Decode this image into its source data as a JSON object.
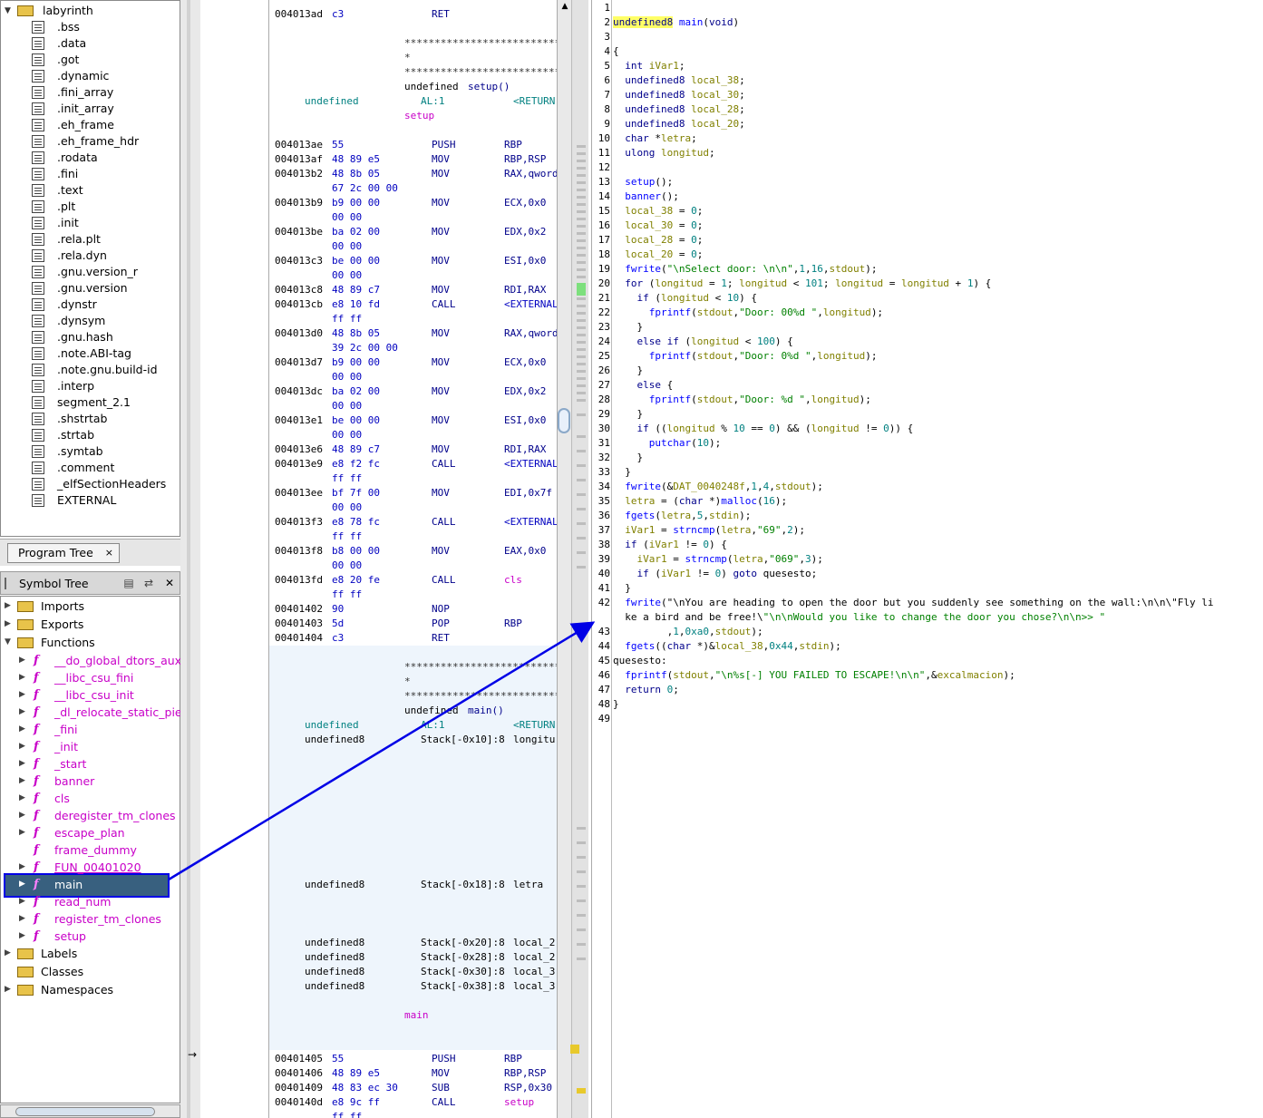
{
  "program_tree": {
    "root": "labyrinth",
    "sections": [
      ".bss",
      ".data",
      ".got",
      ".dynamic",
      ".fini_array",
      ".init_array",
      ".eh_frame",
      ".eh_frame_hdr",
      ".rodata",
      ".fini",
      ".text",
      ".plt",
      ".init",
      ".rela.plt",
      ".rela.dyn",
      ".gnu.version_r",
      ".gnu.version",
      ".dynstr",
      ".dynsym",
      ".gnu.hash",
      ".note.ABI-tag",
      ".note.gnu.build-id",
      ".interp",
      "segment_2.1",
      ".shstrtab",
      ".strtab",
      ".symtab",
      ".comment",
      "_elfSectionHeaders",
      "EXTERNAL"
    ],
    "tab_label": "Program Tree",
    "tab_close": "×"
  },
  "symbol_tree": {
    "title": "Symbol Tree",
    "groups": {
      "imports": "Imports",
      "exports": "Exports",
      "functions": "Functions",
      "labels": "Labels",
      "classes": "Classes",
      "namespaces": "Namespaces"
    },
    "functions": [
      "__do_global_dtors_aux",
      "__libc_csu_fini",
      "__libc_csu_init",
      "_dl_relocate_static_pie",
      "_fini",
      "_init",
      "_start",
      "banner",
      "cls",
      "deregister_tm_clones",
      "escape_plan",
      "frame_dummy",
      "FUN_00401020",
      "main",
      "read_num",
      "register_tm_clones",
      "setup"
    ],
    "selected": "main"
  },
  "listing": {
    "rows": [
      {
        "addr": "004013ad",
        "bytes": "c3",
        "mnem": "RET",
        "ops": ""
      },
      {
        "addr": "004013ae",
        "bytes": "55",
        "mnem": "PUSH",
        "ops": "RBP"
      },
      {
        "addr": "004013af",
        "bytes": "48 89 e5",
        "mnem": "MOV",
        "ops": "RBP,RSP"
      },
      {
        "addr": "004013b2",
        "bytes": "48 8b 05",
        "mnem": "MOV",
        "ops": "RAX,qword"
      },
      {
        "addr": "",
        "bytes": "67 2c 00 00",
        "mnem": "",
        "ops": ""
      },
      {
        "addr": "004013b9",
        "bytes": "b9 00 00",
        "mnem": "MOV",
        "ops": "ECX,0x0"
      },
      {
        "addr": "",
        "bytes": "00 00",
        "mnem": "",
        "ops": ""
      },
      {
        "addr": "004013be",
        "bytes": "ba 02 00",
        "mnem": "MOV",
        "ops": "EDX,0x2"
      },
      {
        "addr": "",
        "bytes": "00 00",
        "mnem": "",
        "ops": ""
      },
      {
        "addr": "004013c3",
        "bytes": "be 00 00",
        "mnem": "MOV",
        "ops": "ESI,0x0"
      },
      {
        "addr": "",
        "bytes": "00 00",
        "mnem": "",
        "ops": ""
      },
      {
        "addr": "004013c8",
        "bytes": "48 89 c7",
        "mnem": "MOV",
        "ops": "RDI,RAX"
      },
      {
        "addr": "004013cb",
        "bytes": "e8 10 fd",
        "mnem": "CALL",
        "ops": "<EXTERNAL"
      },
      {
        "addr": "",
        "bytes": "ff ff",
        "mnem": "",
        "ops": ""
      },
      {
        "addr": "004013d0",
        "bytes": "48 8b 05",
        "mnem": "MOV",
        "ops": "RAX,qword"
      },
      {
        "addr": "",
        "bytes": "39 2c 00 00",
        "mnem": "",
        "ops": ""
      },
      {
        "addr": "004013d7",
        "bytes": "b9 00 00",
        "mnem": "MOV",
        "ops": "ECX,0x0"
      },
      {
        "addr": "",
        "bytes": "00 00",
        "mnem": "",
        "ops": ""
      },
      {
        "addr": "004013dc",
        "bytes": "ba 02 00",
        "mnem": "MOV",
        "ops": "EDX,0x2"
      },
      {
        "addr": "",
        "bytes": "00 00",
        "mnem": "",
        "ops": ""
      },
      {
        "addr": "004013e1",
        "bytes": "be 00 00",
        "mnem": "MOV",
        "ops": "ESI,0x0"
      },
      {
        "addr": "",
        "bytes": "00 00",
        "mnem": "",
        "ops": ""
      },
      {
        "addr": "004013e6",
        "bytes": "48 89 c7",
        "mnem": "MOV",
        "ops": "RDI,RAX"
      },
      {
        "addr": "004013e9",
        "bytes": "e8 f2 fc",
        "mnem": "CALL",
        "ops": "<EXTERNAL"
      },
      {
        "addr": "",
        "bytes": "ff ff",
        "mnem": "",
        "ops": ""
      },
      {
        "addr": "004013ee",
        "bytes": "bf 7f 00",
        "mnem": "MOV",
        "ops": "EDI,0x7f"
      },
      {
        "addr": "",
        "bytes": "00 00",
        "mnem": "",
        "ops": ""
      },
      {
        "addr": "004013f3",
        "bytes": "e8 78 fc",
        "mnem": "CALL",
        "ops": "<EXTERNAL"
      },
      {
        "addr": "",
        "bytes": "ff ff",
        "mnem": "",
        "ops": ""
      },
      {
        "addr": "004013f8",
        "bytes": "b8 00 00",
        "mnem": "MOV",
        "ops": "EAX,0x0"
      },
      {
        "addr": "",
        "bytes": "00 00",
        "mnem": "",
        "ops": ""
      },
      {
        "addr": "004013fd",
        "bytes": "e8 20 fe",
        "mnem": "CALL",
        "ops": "cls"
      },
      {
        "addr": "",
        "bytes": "ff ff",
        "mnem": "",
        "ops": ""
      },
      {
        "addr": "00401402",
        "bytes": "90",
        "mnem": "NOP",
        "ops": ""
      },
      {
        "addr": "00401403",
        "bytes": "5d",
        "mnem": "POP",
        "ops": "RBP"
      },
      {
        "addr": "00401404",
        "bytes": "c3",
        "mnem": "RET",
        "ops": ""
      }
    ],
    "setup_header": {
      "stars": "*****************************",
      "star_single": "*",
      "signature_type": "undefined",
      "signature_name": "setup()",
      "ret_type": "undefined",
      "ret_reg": "AL:1",
      "ret_label": "<RETURN",
      "label": "setup"
    },
    "main_header": {
      "stars": "*****************************",
      "star_single": "*",
      "signature_type": "undefined",
      "signature_name": "main()",
      "ret_type": "undefined",
      "ret_reg": "AL:1",
      "ret_label": "<RETURN",
      "locals": [
        {
          "type": "undefined8",
          "loc": "Stack[-0x10]:8",
          "name": "longitu"
        },
        {
          "type": "undefined8",
          "loc": "Stack[-0x18]:8",
          "name": "letra"
        },
        {
          "type": "undefined8",
          "loc": "Stack[-0x20]:8",
          "name": "local_2"
        },
        {
          "type": "undefined8",
          "loc": "Stack[-0x28]:8",
          "name": "local_2"
        },
        {
          "type": "undefined8",
          "loc": "Stack[-0x30]:8",
          "name": "local_3"
        },
        {
          "type": "undefined8",
          "loc": "Stack[-0x38]:8",
          "name": "local_3"
        }
      ],
      "label": "main"
    },
    "main_rows": [
      {
        "addr": "00401405",
        "bytes": "55",
        "mnem": "PUSH",
        "ops": "RBP"
      },
      {
        "addr": "00401406",
        "bytes": "48 89 e5",
        "mnem": "MOV",
        "ops": "RBP,RSP"
      },
      {
        "addr": "00401409",
        "bytes": "48 83 ec 30",
        "mnem": "SUB",
        "ops": "RSP,0x30"
      },
      {
        "addr": "0040140d",
        "bytes": "e8 9c ff",
        "mnem": "CALL",
        "ops": "setup"
      },
      {
        "addr": "",
        "bytes": "ff ff",
        "mnem": "",
        "ops": ""
      }
    ]
  },
  "decompiler": {
    "lines": [
      "",
      "undefined8 main(void)",
      "",
      "{",
      "  int iVar1;",
      "  undefined8 local_38;",
      "  undefined8 local_30;",
      "  undefined8 local_28;",
      "  undefined8 local_20;",
      "  char *letra;",
      "  ulong longitud;",
      "",
      "  setup();",
      "  banner();",
      "  local_38 = 0;",
      "  local_30 = 0;",
      "  local_28 = 0;",
      "  local_20 = 0;",
      "  fwrite(\"\\nSelect door: \\n\\n\",1,16,stdout);",
      "  for (longitud = 1; longitud < 101; longitud = longitud + 1) {",
      "    if (longitud < 10) {",
      "      fprintf(stdout,\"Door: 00%d \",longitud);",
      "    }",
      "    else if (longitud < 100) {",
      "      fprintf(stdout,\"Door: 0%d \",longitud);",
      "    }",
      "    else {",
      "      fprintf(stdout,\"Door: %d \",longitud);",
      "    }",
      "    if ((longitud % 10 == 0) && (longitud != 0)) {",
      "      putchar(10);",
      "    }",
      "  }",
      "  fwrite(&DAT_0040248f,1,4,stdout);",
      "  letra = (char *)malloc(16);",
      "  fgets(letra,5,stdin);",
      "  iVar1 = strncmp(letra,\"69\",2);",
      "  if (iVar1 != 0) {",
      "    iVar1 = strncmp(letra,\"069\",3);",
      "    if (iVar1 != 0) goto quesesto;",
      "  }",
      "  fwrite(\"\\nYou are heading to open the door but you suddenly see something on the wall:\\n\\n\\\"Fly li",
      "  ke a bird and be free!\\\"\\n\\nWould you like to change the door you chose?\\n\\n>> \"",
      "         ,1,0xa0,stdout);",
      "  fgets((char *)&local_38,0x44,stdin);",
      "quesesto:",
      "  fprintf(stdout,\"\\n%s[-] YOU FAILED TO ESCAPE!\\n\\n\",&excalmacion);",
      "  return 0;",
      "}",
      ""
    ],
    "line_numbers": [
      "1",
      "2",
      "3",
      "4",
      "5",
      "6",
      "7",
      "8",
      "9",
      "10",
      "11",
      "12",
      "13",
      "14",
      "15",
      "16",
      "17",
      "18",
      "19",
      "20",
      "21",
      "22",
      "23",
      "24",
      "25",
      "26",
      "27",
      "28",
      "29",
      "30",
      "31",
      "32",
      "33",
      "34",
      "35",
      "36",
      "37",
      "38",
      "39",
      "40",
      "41",
      "42",
      "",
      "43",
      "44",
      "45",
      "46",
      "47",
      "48",
      "49"
    ]
  },
  "colors": {
    "selection": "#38607f",
    "annotation": "#0000e6",
    "function_pink": "#c800c8",
    "string_green": "#008000",
    "variable_olive": "#808000"
  }
}
